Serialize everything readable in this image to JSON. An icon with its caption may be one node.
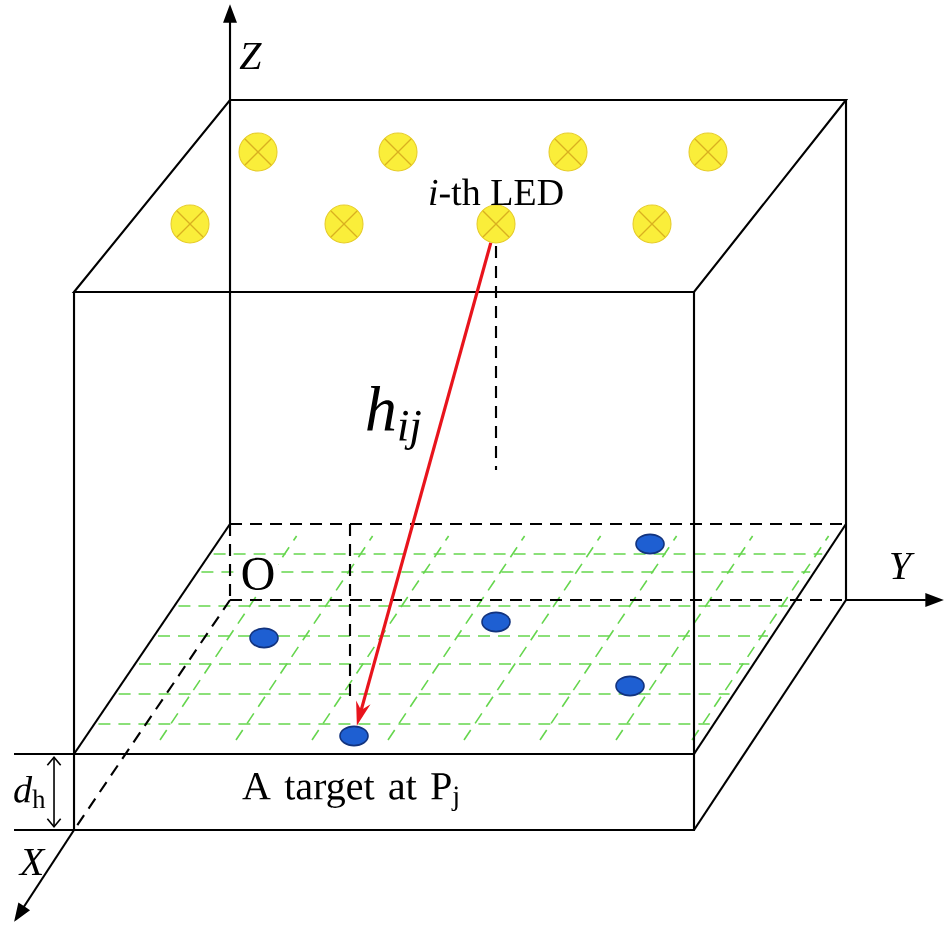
{
  "diagram": {
    "nodes": [
      {
        "text": [],
        "shape": "circle"
      },
      {
        "text": [],
        "shape": "circle"
      },
      {
        "text": [],
        "shape": "circle"
      },
      {
        "text": [],
        "shape": "circle"
      },
      {
        "text": [],
        "shape": "circle"
      },
      {
        "text": [],
        "shape": "circle"
      },
      {
        "text": [],
        "shape": "circle",
        "beside": [
          "*i*-th LED"
        ]
      },
      {
        "text": [],
        "shape": "circle"
      },
      {
        "text": [],
        "shape": "ellipse"
      },
      {
        "text": [],
        "shape": "ellipse"
      },
      {
        "text": [],
        "shape": "ellipse"
      },
      {
        "text": [],
        "shape": "ellipse"
      },
      {
        "text": [],
        "shape": "ellipse"
      },
      {
        "text": [
          "A target at P$_{j}$"
        ]
      }
    ],
    "edges": [
      {
        "from": 6,
        "to": 12,
        "arrow": "to",
        "label": "h$_{ij}$",
        "color": "#e8141c"
      }
    ],
    "labels": [
      "Z",
      "O",
      "Y",
      "*d*$_{h}$",
      "X"
    ]
  }
}
